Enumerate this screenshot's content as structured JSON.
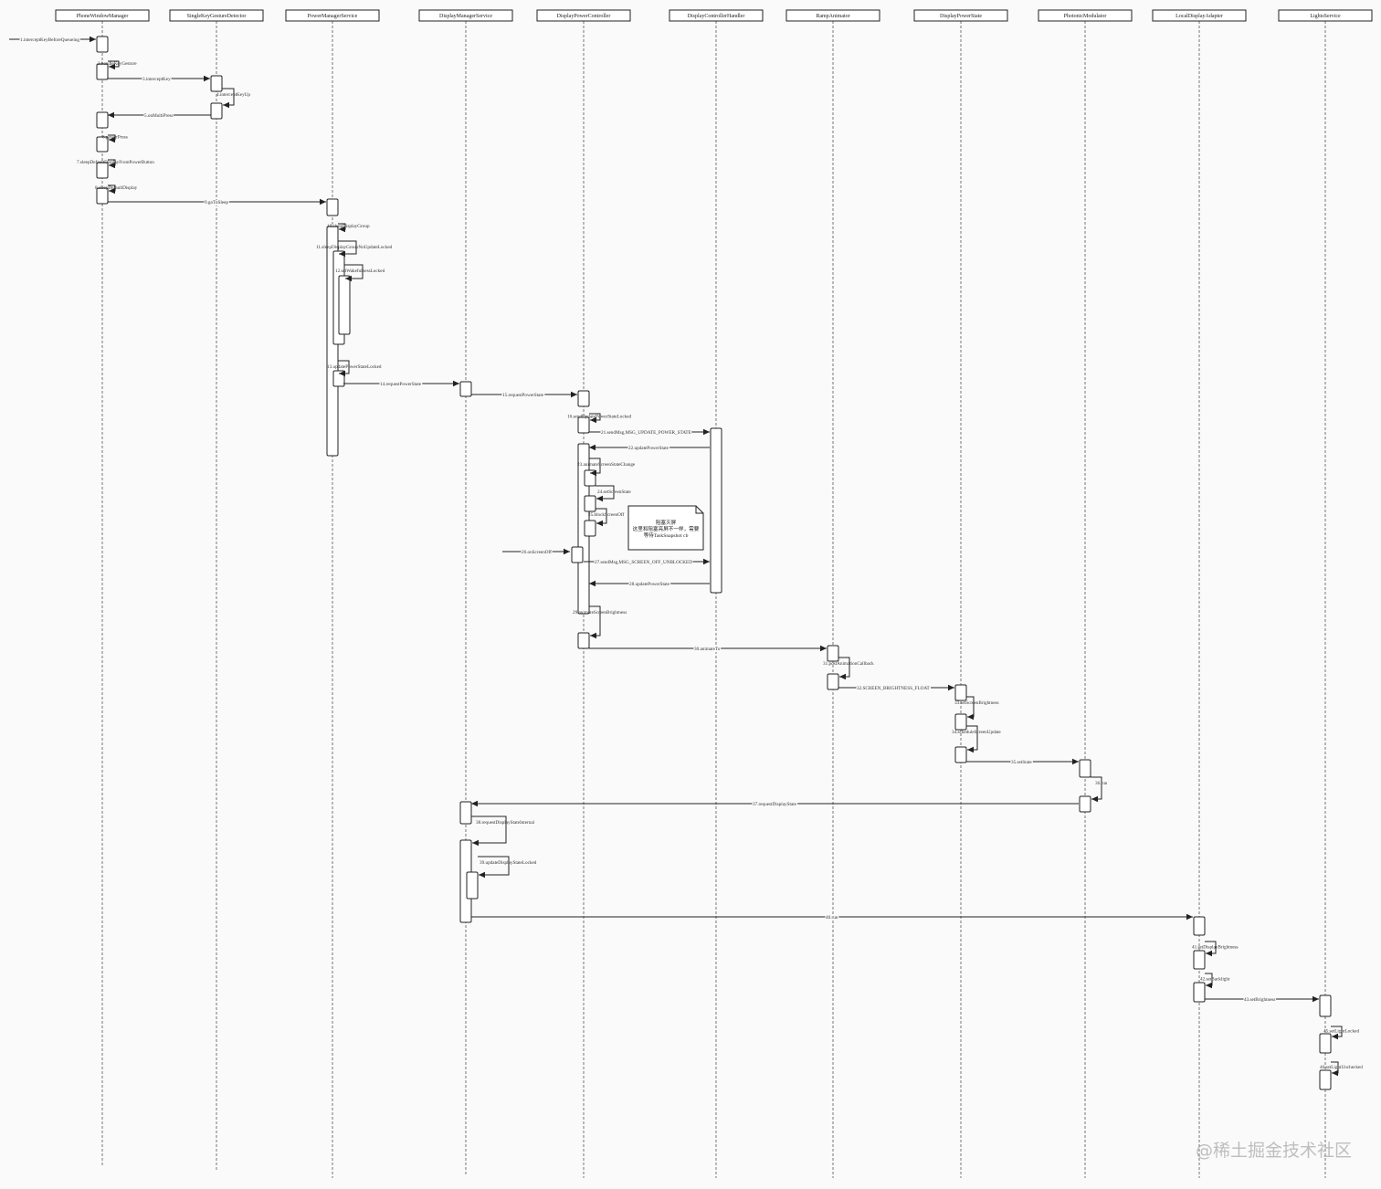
{
  "actors": [
    {
      "id": "pwm",
      "label": "PhoneWindowManager"
    },
    {
      "id": "skgd",
      "label": "SingleKeyGestureDetector"
    },
    {
      "id": "pms",
      "label": "PowerManagerService"
    },
    {
      "id": "dms",
      "label": "DisplayManagerService"
    },
    {
      "id": "dpc",
      "label": "DisplayPowerController"
    },
    {
      "id": "dch",
      "label": "DisplayControllerHandler"
    },
    {
      "id": "ra",
      "label": "RampAnimator"
    },
    {
      "id": "dps",
      "label": "DisplayPowerState"
    },
    {
      "id": "pm",
      "label": "PhotonicModulator"
    },
    {
      "id": "lda",
      "label": "LocalDisplayAdapter"
    },
    {
      "id": "ls",
      "label": "LightsService"
    }
  ],
  "messages": [
    {
      "label": "1.interceptKeyBeforeQueueing",
      "kind": "found",
      "to": "pwm"
    },
    {
      "label": "2.handleKeyGesture",
      "kind": "self",
      "on": "pwm"
    },
    {
      "label": "3.interceptKey",
      "kind": "call",
      "from": "pwm",
      "to": "skgd"
    },
    {
      "label": "4.interceptKeyUp",
      "kind": "self",
      "on": "skgd"
    },
    {
      "label": "5.onMultiPress",
      "kind": "call",
      "from": "skgd",
      "to": "pwm"
    },
    {
      "label": "6.powerPress",
      "kind": "self",
      "on": "pwm"
    },
    {
      "label": "7.sleepDefaultDisplayFromPowerButton",
      "kind": "self",
      "on": "pwm"
    },
    {
      "label": "8.sleepDefaultDisplay",
      "kind": "self",
      "on": "pwm"
    },
    {
      "label": "9.goToSleep",
      "kind": "call",
      "from": "pwm",
      "to": "pms"
    },
    {
      "label": "10.sleepDisplayGroup",
      "kind": "self",
      "on": "pms"
    },
    {
      "label": "11.sleepDisplayGroupNoUpdateLocked",
      "kind": "self",
      "on": "pms"
    },
    {
      "label": "12.setWakefulnessLocked",
      "kind": "self",
      "on": "pms"
    },
    {
      "label": "13.updatePowerStateLocked",
      "kind": "self",
      "on": "pms"
    },
    {
      "label": "14.requestPowerState",
      "kind": "call",
      "from": "pms",
      "to": "dms"
    },
    {
      "label": "15.requestPowerState",
      "kind": "call",
      "from": "dms",
      "to": "dpc"
    },
    {
      "label": "16.sendUpdatePowerStateLocked",
      "kind": "self",
      "on": "dpc"
    },
    {
      "label": "21.sendMsg,MSG_UPDATE_POWER_STATE",
      "kind": "call",
      "from": "dpc",
      "to": "dch"
    },
    {
      "label": "22.updatePowerState",
      "kind": "call",
      "from": "dch",
      "to": "dpc"
    },
    {
      "label": "23.animateScreenStateChange",
      "kind": "self",
      "on": "dpc"
    },
    {
      "label": "24.setScreenState",
      "kind": "self",
      "on": "dpc"
    },
    {
      "label": "25.blockScreenOff",
      "kind": "self",
      "on": "dpc"
    },
    {
      "label": "26.onScreenOff",
      "kind": "found",
      "to": "dpc"
    },
    {
      "label": "27.sendMsg,MSG_SCREEN_OFF_UNBLOCKED",
      "kind": "call",
      "from": "dpc",
      "to": "dch"
    },
    {
      "label": "28.updatePowerState",
      "kind": "call",
      "from": "dch",
      "to": "dpc"
    },
    {
      "label": "29.animateScreenBrightness",
      "kind": "self",
      "on": "dpc"
    },
    {
      "label": "30.animateTo",
      "kind": "call",
      "from": "dpc",
      "to": "ra"
    },
    {
      "label": "31.postAnimationCallback",
      "kind": "self",
      "on": "ra"
    },
    {
      "label": "32.SCREEN_BRIGHTNESS_FLOAT",
      "kind": "call",
      "from": "ra",
      "to": "dps"
    },
    {
      "label": "33.setScreenBrightness",
      "kind": "self",
      "on": "dps"
    },
    {
      "label": "34.scheduleScreenUpdate",
      "kind": "self",
      "on": "dps"
    },
    {
      "label": "35.setState",
      "kind": "call",
      "from": "dps",
      "to": "pm"
    },
    {
      "label": "36.run",
      "kind": "self",
      "on": "pm"
    },
    {
      "label": "37.requestDisplayState",
      "kind": "call",
      "from": "pm",
      "to": "dms"
    },
    {
      "label": "38.requestDisplayStateInternal",
      "kind": "self",
      "on": "dms"
    },
    {
      "label": "39.updateDisplayStateLocked",
      "kind": "self",
      "on": "dms"
    },
    {
      "label": "40.run",
      "kind": "call",
      "from": "dms",
      "to": "lda"
    },
    {
      "label": "41.setDisplayBrightness",
      "kind": "self",
      "on": "lda"
    },
    {
      "label": "42.setBacklight",
      "kind": "self",
      "on": "lda"
    },
    {
      "label": "43.setBrightness",
      "kind": "call",
      "from": "lda",
      "to": "ls"
    },
    {
      "label": "45.setLightLocked",
      "kind": "self",
      "on": "ls"
    },
    {
      "label": "46.setLightUnchecked",
      "kind": "self",
      "on": "ls"
    }
  ],
  "note": {
    "lines": [
      "阻塞灭屏",
      "这里和阻塞亮屏不一样，需要",
      "等待TaskSnapshot cb"
    ]
  },
  "watermark": "@稀土掘金技术社区"
}
